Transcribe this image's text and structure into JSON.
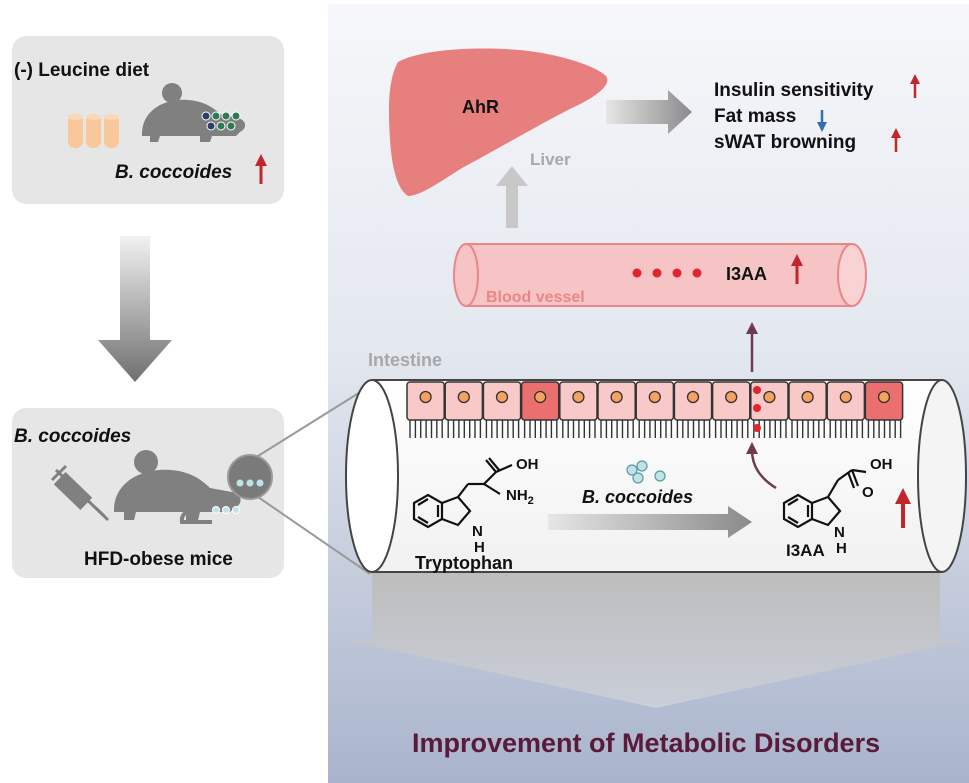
{
  "left_panel": {
    "top_box": {
      "title": "(-) Leucine diet",
      "species": "B. coccoides"
    },
    "bottom_box": {
      "species": "B. coccoides",
      "subject": "HFD-obese mice"
    }
  },
  "right_panel": {
    "liver": {
      "receptor": "AhR",
      "label": "Liver"
    },
    "effects": [
      {
        "text": "Insulin sensitivity",
        "direction": "up"
      },
      {
        "text": "Fat mass",
        "direction": "down"
      },
      {
        "text": "sWAT browning",
        "direction": "up"
      }
    ],
    "blood_vessel": {
      "label": "Blood vessel",
      "metabolite": "I3AA"
    },
    "intestine": {
      "label": "Intestine",
      "substrate": "Tryptophan",
      "bacteria": "B. coccoides",
      "product": "I3AA",
      "chem": {
        "oh": "OH",
        "nh2": "NH",
        "nh2_sub": "2",
        "n": "N",
        "h": "H",
        "o": "O"
      }
    },
    "conclusion": "Improvement of Metabolic Disorders"
  },
  "colors": {
    "up_arrow": "#c0262c",
    "down_arrow": "#2f6fb3",
    "liver": "#e87f7f",
    "vessel": "#f6c4c4",
    "conclusion_text": "#5a1a3a"
  }
}
